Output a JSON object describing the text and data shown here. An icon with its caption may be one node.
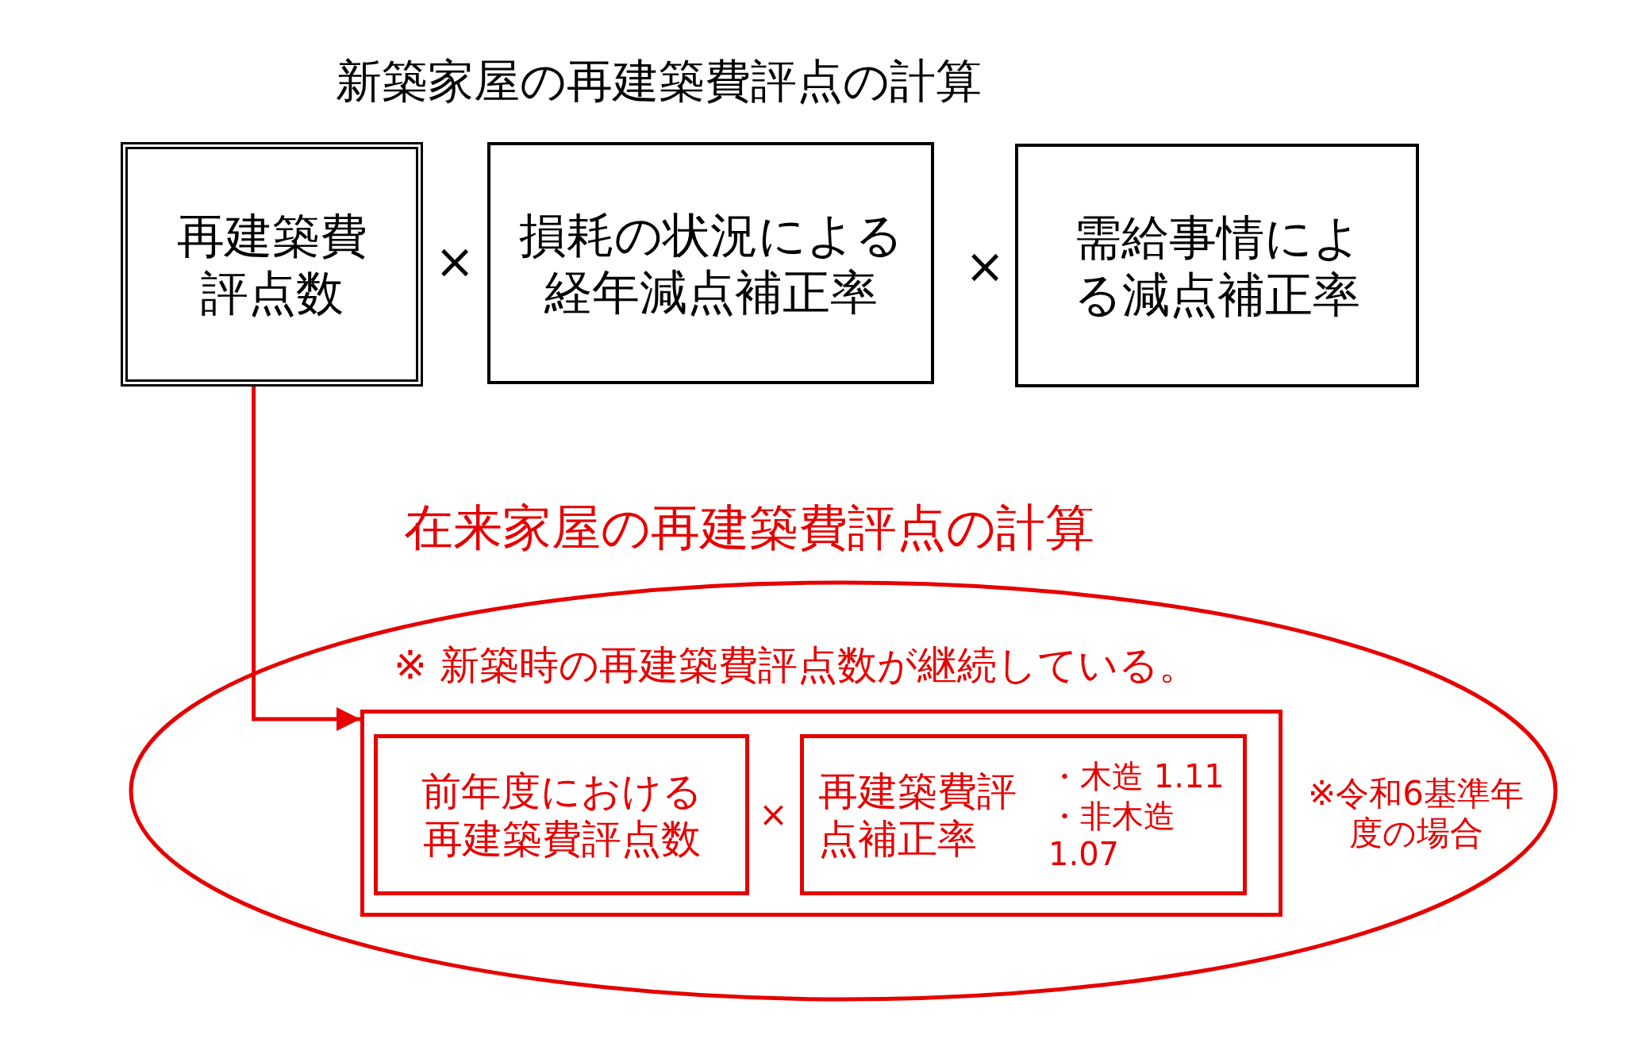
{
  "diagram": {
    "title": "新築家屋の再建築費評点の計算",
    "nodes": [
      {
        "text": [
          "再建築費評点数"
        ]
      },
      {
        "text": [
          "損耗の状況による経年減点補正率"
        ]
      },
      {
        "text": [
          "需給事情による減点補正率"
        ]
      },
      {
        "text": [
          "※ 新築時の再建築費評点数が継続している。",
          "※令和6基準年度の場合"
        ]
      },
      {
        "text": [],
        "shape": "box",
        "in": 3
      },
      {
        "text": [
          "前年度における再建築費評点数"
        ],
        "in": 4
      },
      {
        "text": [
          "再建築費評点補正率",
          "・木造 1.11",
          "・非木造 1.07"
        ],
        "in": 4
      }
    ],
    "edges": [
      {
        "from": 0,
        "to": 4,
        "arrow": "to",
        "color": "#e60000"
      }
    ],
    "labels": [
      "×",
      "×",
      "在来家屋の再建築費評点の計算",
      "×"
    ]
  }
}
